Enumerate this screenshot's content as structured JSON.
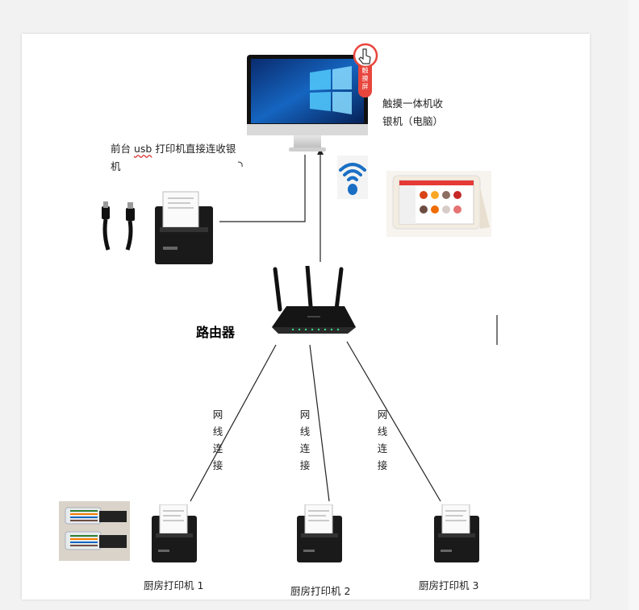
{
  "touch_pc": {
    "caption_line1": "触摸一体机收",
    "caption_line2": "银机（电脑）",
    "badge_text": [
      "触",
      "摸",
      "屏"
    ]
  },
  "usb_printer": {
    "caption_prefix": "前台 ",
    "caption_usb": "usb",
    "caption_suffix": " 打印机直接连收银",
    "caption_line2": "机"
  },
  "router": {
    "label": "路由器"
  },
  "cable_labels": [
    [
      "网",
      "线",
      "连",
      "接"
    ],
    [
      "网",
      "线",
      "连",
      "接"
    ],
    [
      "网",
      "线",
      "连",
      "接"
    ]
  ],
  "kitchen_printers": [
    {
      "label": "厨房打印机 1"
    },
    {
      "label": "厨房打印机 2"
    },
    {
      "label": "厨房打印机 3"
    }
  ],
  "colors": {
    "badge_red": "#e8453c",
    "wifi_blue": "#1a6fc4",
    "screen_blue": "#1565c0"
  }
}
